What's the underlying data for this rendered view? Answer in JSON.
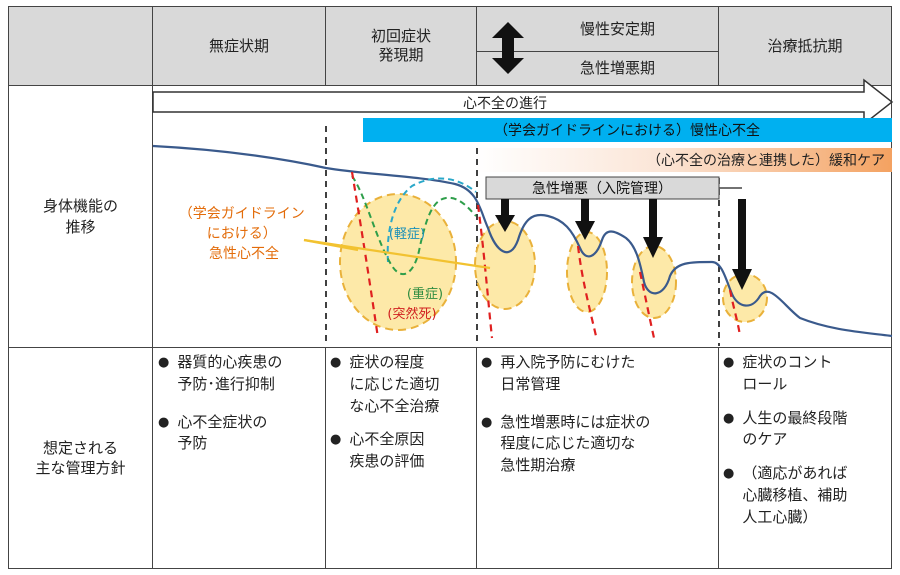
{
  "header": {
    "col1": "無症状期",
    "col2": "初回症状\n発現期",
    "col3_top": "慢性安定期",
    "col3_bottom": "急性増悪期",
    "col4": "治療抵抗期"
  },
  "rows": {
    "row1_label": "身体機能の\n推移",
    "row2_label": "想定される\n主な管理方針"
  },
  "diagram": {
    "progress_arrow": "心不全の進行",
    "chronic_bar": "（学会ガイドラインにおける）慢性心不全",
    "palliative_bar": "（心不全の治療と連携した）緩和ケア",
    "acute_box": "急性増悪（入院管理）",
    "acute_hf_label": "（学会ガイドライン\nにおける）\n急性心不全",
    "mild": "(軽症)",
    "severe": "(重症)",
    "sudden_death": "(突然死)",
    "colors": {
      "chronic": "#00b0f0",
      "palliative": "#f4b183",
      "orange_text": "#e36c0a",
      "curve": "#3a5a8c"
    }
  },
  "management": {
    "col1": [
      "器質的心疾患の\n予防･進行抑制",
      "心不全症状の\n予防"
    ],
    "col2": [
      "症状の程度\nに応じた適切\nな心不全治療",
      "心不全原因\n疾患の評価"
    ],
    "col3": [
      "再入院予防にむけた\n日常管理",
      "急性増悪時には症状の\n程度に応じた適切な\n急性期治療"
    ],
    "col4": [
      "症状のコント\nロール",
      "人生の最終段階\nのケア",
      "（適応があれば\n心臓移植、補助\n人工心臓）"
    ]
  }
}
